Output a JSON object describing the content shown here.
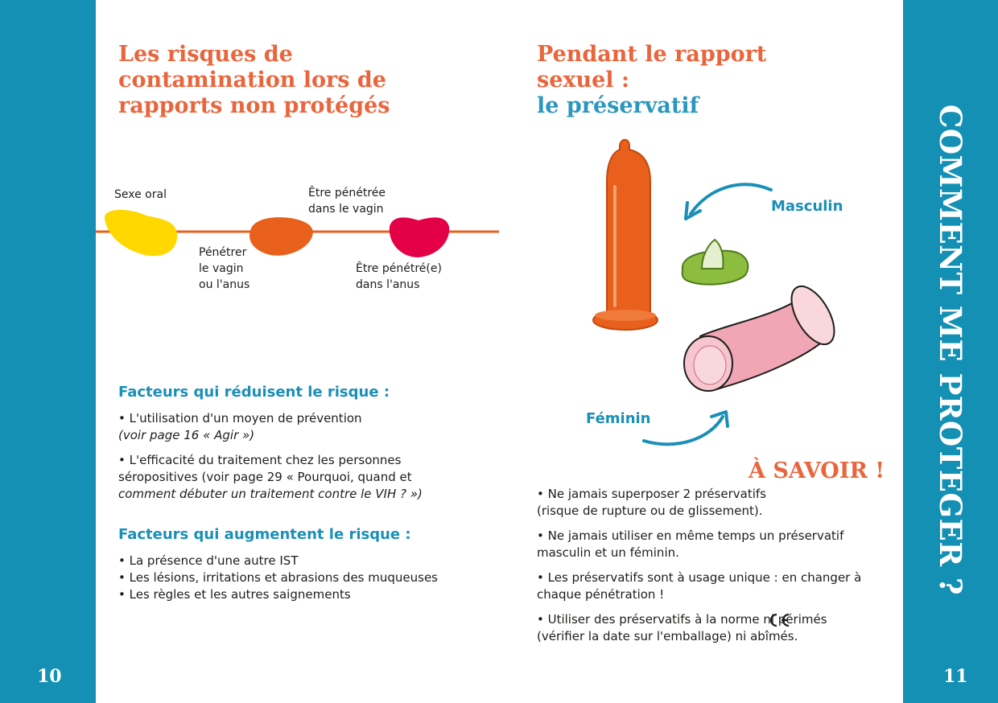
{
  "pages": {
    "left_number": "10",
    "right_number": "11"
  },
  "side_title": "COMMENT ME PROTEGER ?",
  "left": {
    "heading": [
      "Les risques de",
      "contamination lors de",
      "rapports non protégés"
    ],
    "scale": {
      "oral": "Sexe oral",
      "vagin": [
        "Pénétrer",
        "le vagin",
        "ou l'anus"
      ],
      "penetree": [
        "Être pénétrée",
        "dans le vagin"
      ],
      "anus": [
        "Être pénétré(e)",
        "dans l'anus"
      ]
    },
    "reduce_title": "Facteurs qui réduisent le risque :",
    "reduce_items": [
      [
        "• L'utilisation d'un moyen de prévention",
        "(voir page 16 « Agir »)"
      ],
      [
        "• L'efficacité du traitement chez les personnes",
        "séropositives (voir page 29 « Pourquoi, quand et",
        "comment débuter un traitement contre le VIH ? »)"
      ]
    ],
    "increase_title": "Facteurs qui augmentent le risque :",
    "increase_items": [
      "• La présence d'une autre IST",
      "• Les lésions, irritations et abrasions des muqueuses",
      "• Les règles et les autres saignements"
    ]
  },
  "right": {
    "heading": [
      "Pendant le rapport",
      "sexuel :"
    ],
    "heading_blue": "le préservatif",
    "masculin": "Masculin",
    "feminin": "Féminin",
    "savoir_title": "À SAVOIR !",
    "savoir_items": [
      [
        "• Ne jamais superposer 2 préservatifs",
        "(risque de rupture ou de glissement)."
      ],
      [
        "• Ne jamais utiliser en même temps un préservatif",
        "masculin et un féminin."
      ],
      [
        "• Les préservatifs sont à usage unique : en changer à",
        "chaque pénétration !"
      ],
      [
        "• Utiliser des préservatifs à la norme     ni périmés",
        "(vérifier la date sur l'emballage) ni abîmés."
      ]
    ]
  },
  "colors": {
    "band": "#1490b4",
    "heading_orange": "#e9663d",
    "heading_blue": "#2b97bf",
    "subhead_blue": "#1a8fb8",
    "risk_low": "#ffd800",
    "risk_mid": "#e8601c",
    "risk_high": "#e40046",
    "femidom_green": "#8cbd3f"
  },
  "icons": [
    "ce-mark-icon",
    "arrow-curved-left-icon",
    "arrow-curved-right-icon"
  ]
}
